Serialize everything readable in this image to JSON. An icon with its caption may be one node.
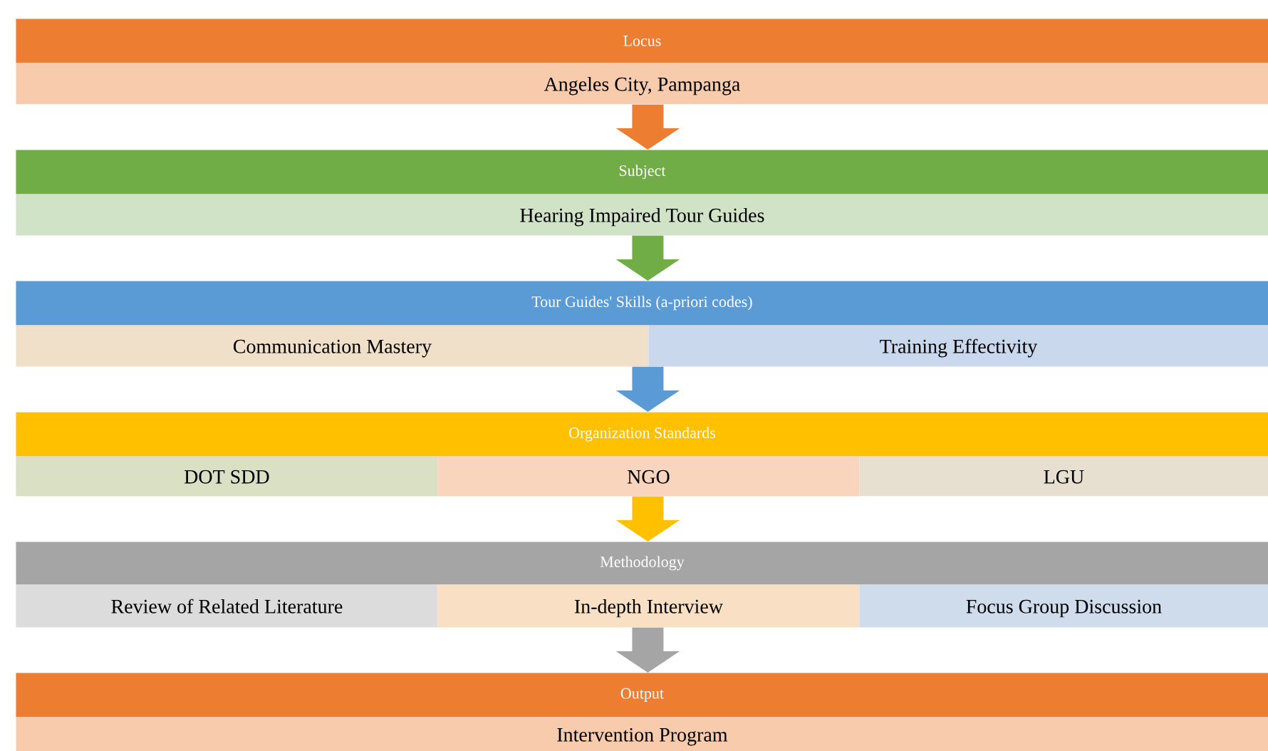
{
  "diagram": {
    "nodes": [
      {
        "text": [
          "Locus"
        ]
      },
      {
        "text": [
          "Angeles City, Pampanga"
        ]
      },
      {
        "text": [
          "Subject"
        ]
      },
      {
        "text": [
          "Hearing Impaired Tour Guides"
        ]
      },
      {
        "text": [
          "Tour Guides' Skills (a-priori codes)"
        ]
      },
      {
        "text": [
          "Communication Mastery"
        ]
      },
      {
        "text": [
          "Training Effectivity"
        ]
      },
      {
        "text": [
          "Organization Standards"
        ]
      },
      {
        "text": [
          "DOT SDD"
        ]
      },
      {
        "text": [
          "NGO"
        ]
      },
      {
        "text": [
          "LGU"
        ]
      },
      {
        "text": [
          "Methodology"
        ]
      },
      {
        "text": [
          "Review of Related Literature"
        ]
      },
      {
        "text": [
          "In-depth Interview"
        ]
      },
      {
        "text": [
          "Focus Group Discussion"
        ]
      },
      {
        "text": [
          "Output"
        ]
      },
      {
        "text": [
          "Intervention Program"
        ]
      }
    ],
    "edges": [
      {
        "from": 1,
        "to": 2,
        "arrow": "to",
        "color": "#ed7d31"
      },
      {
        "from": 3,
        "to": 4,
        "arrow": "to",
        "color": "#70ad47"
      },
      {
        "from": 5,
        "to": 7,
        "arrow": "to",
        "color": "#5b9bd5"
      },
      {
        "from": 9,
        "to": 11,
        "arrow": "to",
        "color": "#ffc000"
      },
      {
        "from": 13,
        "to": 15,
        "arrow": "to",
        "color": "#a5a5a5"
      }
    ]
  }
}
